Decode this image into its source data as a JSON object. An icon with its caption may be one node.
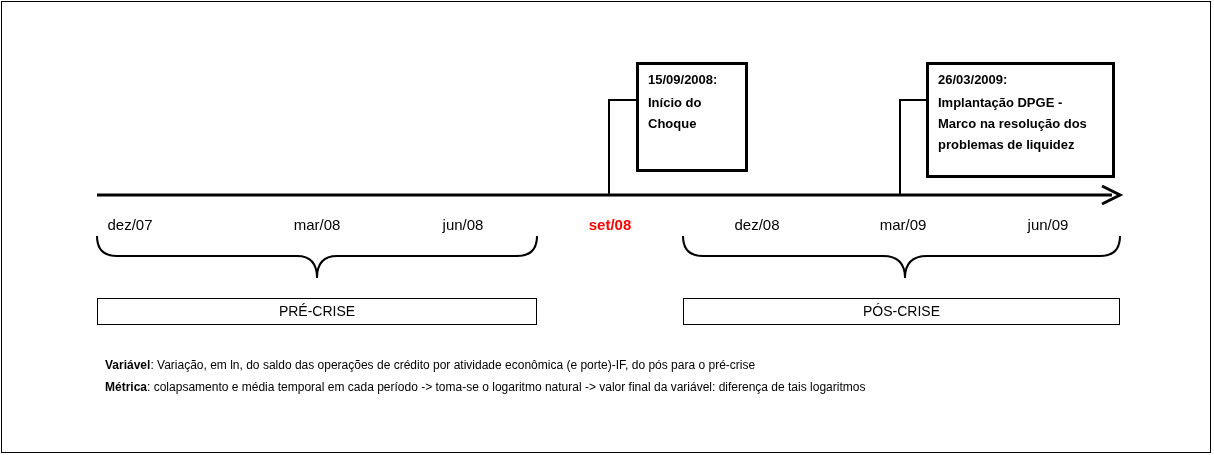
{
  "diagram": {
    "nodes": [
      {
        "text": [
          "15/09/2008:",
          "Início do Choque"
        ]
      },
      {
        "text": [
          "26/03/2009:",
          "Implantação DPGE - Marco na resolução dos problemas de liquidez"
        ]
      },
      {
        "text": [
          "PRÉ-CRISE"
        ]
      },
      {
        "text": [
          "PÓS-CRISE"
        ]
      }
    ],
    "edges": [
      {
        "from": null,
        "to": 0,
        "arrow": "none"
      },
      {
        "from": null,
        "to": 1,
        "arrow": "none"
      }
    ],
    "labels": [
      "dez/07",
      "mar/08",
      "jun/08",
      "set/08",
      "dez/08",
      "mar/09",
      "jun/09",
      "**Variável**: Variação, em ln, do saldo das operações de crédito por atividade econômica (e porte)-IF,  do pós para o pré-crise",
      "**Métrica**: colapsamento e média temporal em cada período -> toma-se o logaritmo natural -> valor final da variável: diferença de tais logaritmos"
    ]
  }
}
